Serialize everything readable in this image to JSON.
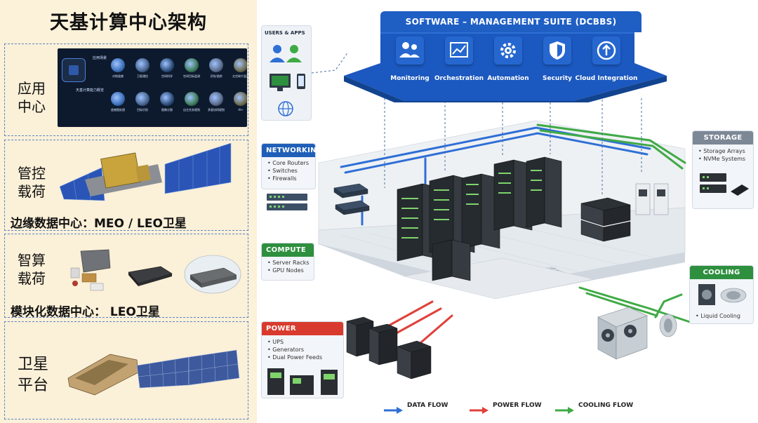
{
  "left": {
    "title": "天基计算中心架构",
    "sections": [
      {
        "id": "app",
        "label_line1": "应用",
        "label_line2": "中心"
      },
      {
        "id": "payload",
        "label_line1": "管控",
        "label_line2": "载荷",
        "subtitle": "边缘数据中心：MEO / LEO卫星"
      },
      {
        "id": "compute",
        "label_line1": "智算",
        "label_line2": "载荷",
        "subtitle": "模块化数据中心： LEO卫星"
      },
      {
        "id": "platform",
        "label_line1": "卫星",
        "label_line2": "平台"
      }
    ],
    "app_board": {
      "row1_label": "应用场景",
      "row1_tiles": [
        "对地遥感",
        "卫星通信",
        "空间科学",
        "空间目标监测",
        "识别/追踪",
        "太空碎片监测"
      ],
      "row2_label": "天基计算能力概览",
      "row2_tiles": [
        "遥感图处理",
        "目标识别",
        "图像分割",
        "自主任务规划",
        "多星协同规划",
        "AI+"
      ]
    }
  },
  "diagram": {
    "users_apps": {
      "title": "USERS & APPS"
    },
    "software": {
      "title": "SOFTWARE – MANAGEMENT SUITE (DCBBS)",
      "modules": [
        {
          "label": "Monitoring",
          "icon": "users-icon"
        },
        {
          "label": "Orchestration",
          "icon": "chart-icon"
        },
        {
          "label": "Automation",
          "icon": "gear-icon"
        },
        {
          "label": "Security",
          "icon": "shield-icon"
        },
        {
          "label": "Cloud Integration",
          "icon": "cloud-upload-icon"
        }
      ]
    },
    "networking": {
      "title": "NETWORKING",
      "items": [
        "Core Routers",
        "Switches",
        "Firewalls"
      ],
      "color": "#1f5fb8"
    },
    "compute": {
      "title": "COMPUTE",
      "items": [
        "Server Racks",
        "GPU Nodes"
      ],
      "color": "#2e8f3e"
    },
    "storage": {
      "title": "STORAGE",
      "items": [
        "Storage Arrays",
        "NVMe Systems"
      ],
      "color": "#7d8896"
    },
    "power": {
      "title": "POWER",
      "items": [
        "UPS",
        "Generators",
        "Dual Power Feeds"
      ],
      "color": "#d83b2e"
    },
    "cooling": {
      "title": "COOLING",
      "items": [
        "Liquid Cooling"
      ],
      "color": "#2e8f3e"
    },
    "legend": [
      {
        "label": "DATA FLOW",
        "color": "#2f6fd6"
      },
      {
        "label": "POWER FLOW",
        "color": "#e0413a"
      },
      {
        "label": "COOLING FLOW",
        "color": "#3faa45"
      }
    ]
  }
}
